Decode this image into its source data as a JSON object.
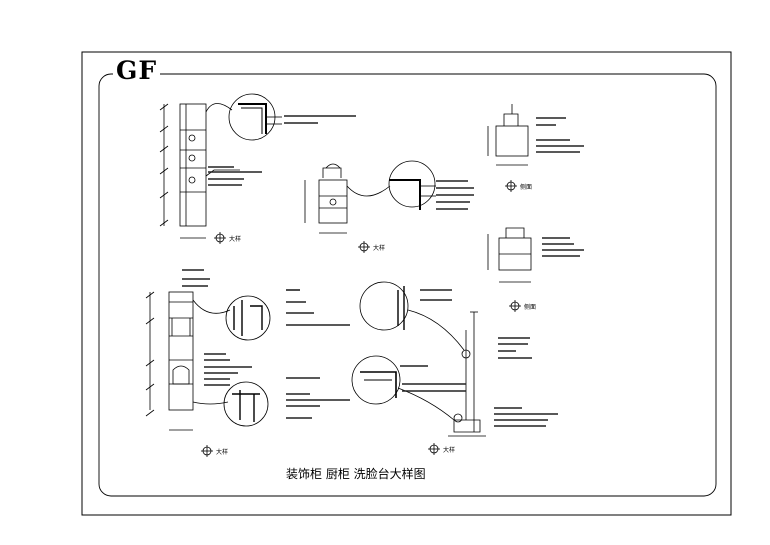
{
  "brand": "GF",
  "caption": "装饰柜 厨柜 洗脸台大样图",
  "views": {
    "v1": {
      "scale": "大样"
    },
    "v2": {
      "scale": "大样"
    },
    "v3": {
      "scale": "侧面"
    },
    "v4": {
      "scale": "侧面"
    },
    "v5": {
      "scale": "大样"
    },
    "v6": {
      "scale": "大样"
    }
  }
}
